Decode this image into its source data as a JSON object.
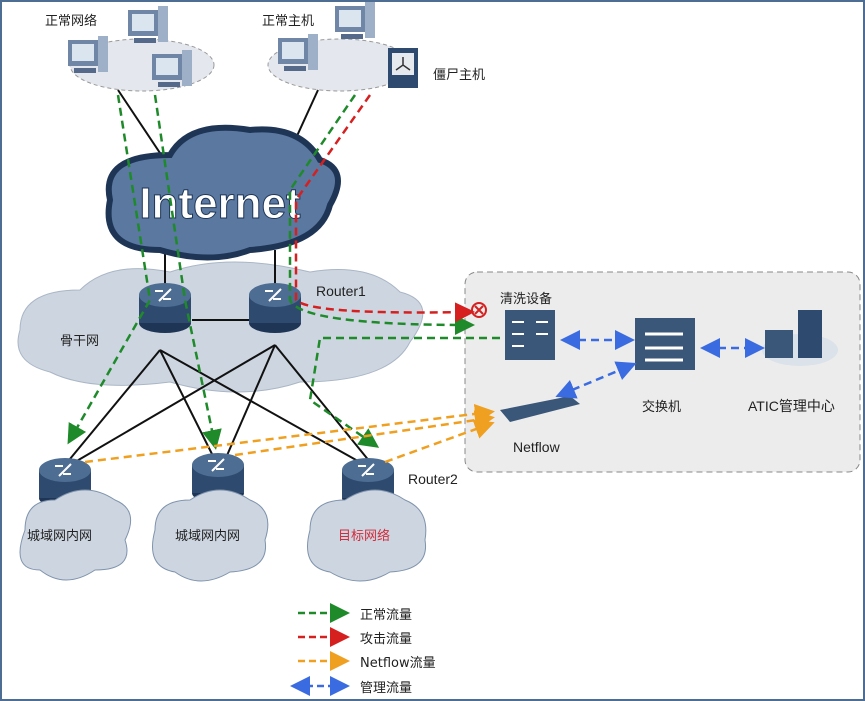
{
  "diagram": {
    "labels": {
      "normal_network": "正常网络",
      "normal_host": "正常主机",
      "zombie_host": "僵尸主机",
      "internet": "Internet",
      "backbone": "骨干网",
      "router1": "Router1",
      "router2": "Router2",
      "metro_a": "城域网内网",
      "metro_b": "城域网内网",
      "target": "目标网络",
      "cleaning_device": "清洗设备",
      "switch": "交换机",
      "atic": "ATIC管理中心",
      "netflow": "Netflow"
    },
    "legend": [
      {
        "label": "正常流量",
        "color": "#1f8a2a"
      },
      {
        "label": "攻击流量",
        "color": "#d62020"
      },
      {
        "label": "Netflow流量",
        "color": "#f0a020"
      },
      {
        "label": "管理流量",
        "color": "#3a6be0"
      }
    ],
    "colors": {
      "frame": "#4d6d92",
      "device": "#2e4a6e",
      "cloud": "#cdd6e0",
      "target_text": "#d32b3a"
    }
  }
}
